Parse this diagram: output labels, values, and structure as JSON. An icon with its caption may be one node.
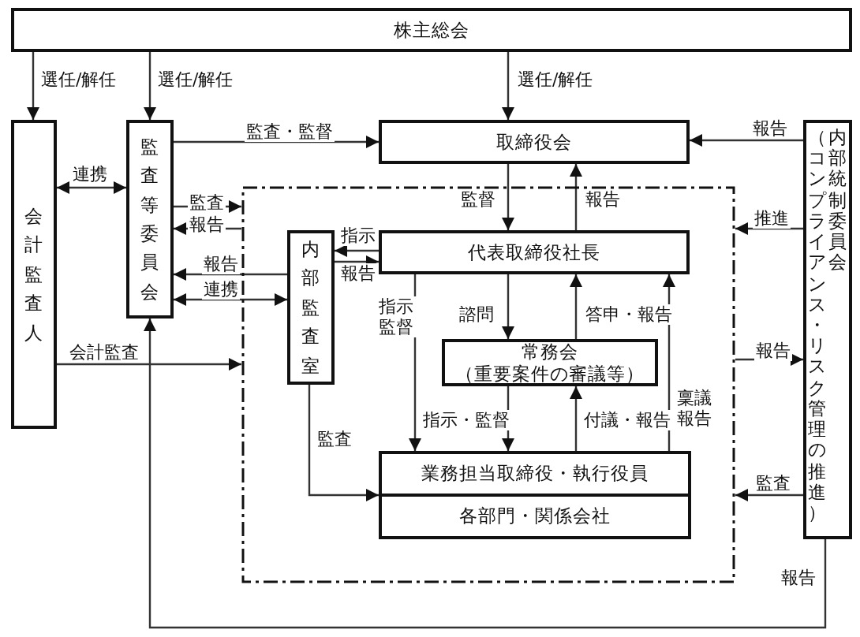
{
  "diagram": {
    "nodes": [
      {
        "text": [
          "株主総会"
        ]
      },
      {
        "text": [
          "会計監査人"
        ]
      },
      {
        "text": [
          "監査等委員会"
        ]
      },
      {
        "text": [],
        "shape": "box"
      },
      {
        "text": [
          "取締役会"
        ]
      },
      {
        "text": [
          "内部監査室"
        ],
        "in": 3
      },
      {
        "text": [
          "代表取締役社長"
        ],
        "in": 3
      },
      {
        "text": [
          "常務会",
          "（重要案件の審議等）"
        ],
        "in": 3
      },
      {
        "text": [
          "業務担当取締役・執行役員"
        ],
        "in": 3
      },
      {
        "text": [
          "各部門・関係会社"
        ],
        "in": 3
      },
      {
        "text": [
          "（コンプライアンス・リスク管理の推進）",
          "内部統制委員会"
        ]
      }
    ],
    "edges": [
      {
        "from": 0,
        "to": 1,
        "arrow": "to",
        "label": "選任/解任"
      },
      {
        "from": 0,
        "to": 2,
        "arrow": "to",
        "label": "選任/解任"
      },
      {
        "from": 0,
        "to": 4,
        "arrow": "to",
        "label": "選任/解任"
      },
      {
        "from": 2,
        "to": 4,
        "arrow": "to",
        "label": "監査・監督"
      },
      {
        "from": 1,
        "to": 2,
        "arrow": "both",
        "label": "連携"
      },
      {
        "from": 2,
        "to": 3,
        "arrow": "to",
        "label": "監査"
      },
      {
        "from": 3,
        "to": 2,
        "arrow": "to",
        "label": "報告"
      },
      {
        "from": 5,
        "to": 2,
        "arrow": "to",
        "label": "報告"
      },
      {
        "from": 2,
        "to": 5,
        "arrow": "both",
        "label": "連携"
      },
      {
        "from": 1,
        "to": 3,
        "arrow": "to",
        "label": "会計監査"
      },
      {
        "from": 4,
        "to": 6,
        "arrow": "to",
        "label": "監督"
      },
      {
        "from": 6,
        "to": 4,
        "arrow": "to",
        "label": "報告"
      },
      {
        "from": 10,
        "to": 4,
        "arrow": "to",
        "label": "報告"
      },
      {
        "from": 10,
        "to": 3,
        "arrow": "to",
        "label": "推進"
      },
      {
        "from": 6,
        "to": 5,
        "arrow": "to",
        "label": "指示"
      },
      {
        "from": 5,
        "to": 6,
        "arrow": "to",
        "label": "報告"
      },
      {
        "from": 6,
        "to": 8,
        "arrow": "to",
        "label": "指示監督"
      },
      {
        "from": 6,
        "to": 7,
        "arrow": "to",
        "label": "諮問"
      },
      {
        "from": 7,
        "to": 6,
        "arrow": "to",
        "label": "答申・報告"
      },
      {
        "from": 8,
        "to": 6,
        "arrow": "to",
        "label": "稟議報告"
      },
      {
        "from": 7,
        "to": 8,
        "arrow": "to",
        "label": "指示・監督"
      },
      {
        "from": 8,
        "to": 7,
        "arrow": "to",
        "label": "付議・報告"
      },
      {
        "from": 5,
        "to": 8,
        "arrow": "to",
        "label": "監査"
      },
      {
        "from": 3,
        "to": 10,
        "arrow": "to",
        "label": "報告"
      },
      {
        "from": 10,
        "to": 3,
        "arrow": "to",
        "label": "監査"
      },
      {
        "from": 10,
        "to": 2,
        "arrow": "to",
        "label": "報告"
      }
    ]
  }
}
